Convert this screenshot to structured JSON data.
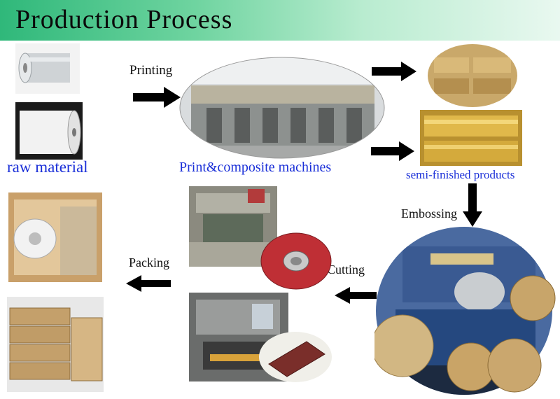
{
  "title": "Production Process",
  "steps": {
    "printing": "Printing",
    "embossing": "Embossing",
    "cutting": "Cutting",
    "packing": "Packing"
  },
  "captions": {
    "raw_material": "raw material",
    "machines": "Print&composite machines",
    "semi_finished": "semi-finished products"
  },
  "colors": {
    "header_start": "#2fb87a",
    "caption_blue": "#1a2fd8",
    "arrow": "#000000"
  }
}
